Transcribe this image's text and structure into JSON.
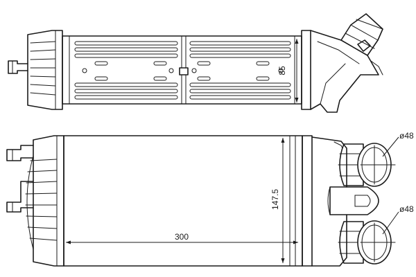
{
  "dimensions": {
    "top_view_height": "85",
    "core_height": "147.5",
    "core_width": "300",
    "inlet_diameter_top": "ø48",
    "inlet_diameter_bottom": "ø48"
  }
}
